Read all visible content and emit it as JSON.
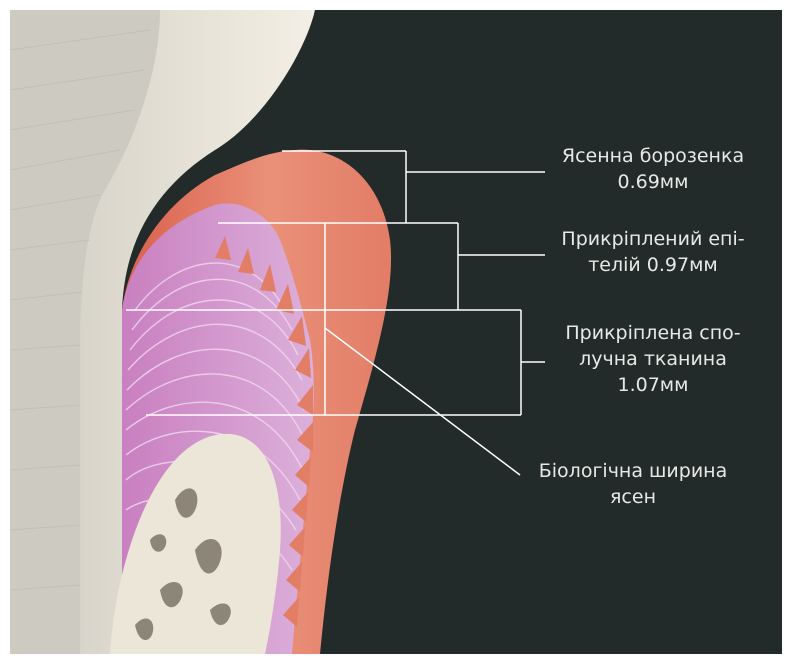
{
  "colors": {
    "background": "#222b29",
    "tooth_enamel": "#ece7da",
    "tooth_dentin": "#d3d0c6",
    "gingiva": "#e48a73",
    "connective_tissue": "#cf8fc7",
    "bone": "#eae5d6",
    "lines": "#ffffff"
  },
  "labels": {
    "sulcus": {
      "line1": "Ясенна борозенка",
      "line2": "0.69мм"
    },
    "epithelium": {
      "line1": "Прикріплений епі-",
      "line2": "телій 0.97мм"
    },
    "connective": {
      "line1": "Прикріплена спо-",
      "line2": "лучна тканина",
      "line3": "1.07мм"
    },
    "biologic_width": {
      "line1": "Біологічна ширина",
      "line2": "ясен"
    }
  }
}
